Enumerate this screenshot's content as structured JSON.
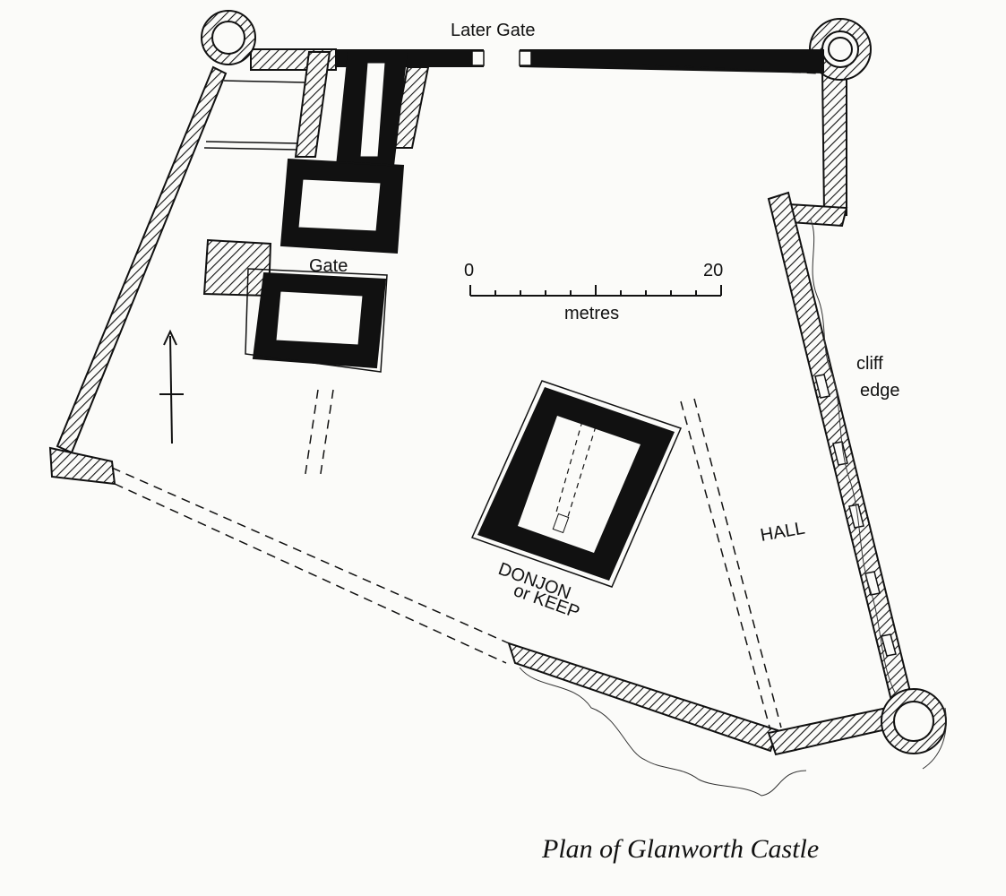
{
  "caption": "Plan of Glanworth Castle",
  "labels": {
    "later_gate": "Later Gate",
    "gate": "Gate",
    "hall": "HALL",
    "donjon_line1": "DONJON",
    "donjon_line2": "or KEEP",
    "cliff_line1": "cliff",
    "cliff_line2": "edge"
  },
  "scale_bar": {
    "start_label": "0",
    "end_label": "20",
    "unit": "metres"
  },
  "colors": {
    "ink": "#111111",
    "paper": "#fbfbf9"
  },
  "icons": {
    "north_arrow": "north-arrow-icon"
  }
}
